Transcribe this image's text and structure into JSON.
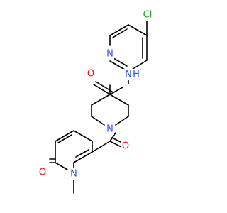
{
  "molecule": {
    "atoms": {
      "cl": "Cl",
      "n_pyridine": "N",
      "n_amide": "N",
      "h_amide": "H",
      "o_amide": "O",
      "n_piperidine": "N",
      "o_ketone": "O",
      "o_pyridone": "O",
      "n_pyridone": "N"
    },
    "colors": {
      "bond": "#000000",
      "carbon": "#000000",
      "nitrogen": "#3050F8",
      "oxygen": "#FF0D0D",
      "chlorine": "#1FA01F"
    }
  }
}
